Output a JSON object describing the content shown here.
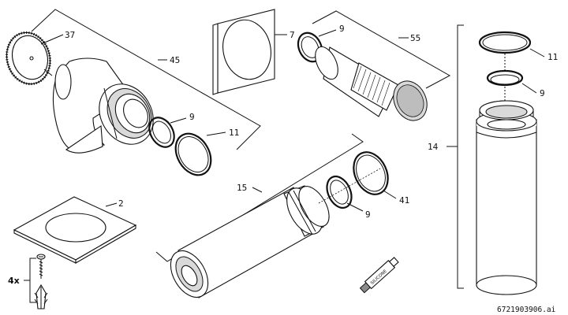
{
  "labels": {
    "p37": "37",
    "p45": "45",
    "p7": "7",
    "p9a": "9",
    "p55": "55",
    "p11a": "11",
    "p9b": "9",
    "p14": "14",
    "p9c": "9",
    "p11b": "11",
    "p2": "2",
    "p15": "15",
    "p9d": "9",
    "p41": "41",
    "qty": "4x"
  },
  "tube_label": "SILICONE",
  "drawing_code": "6721903906.ai"
}
